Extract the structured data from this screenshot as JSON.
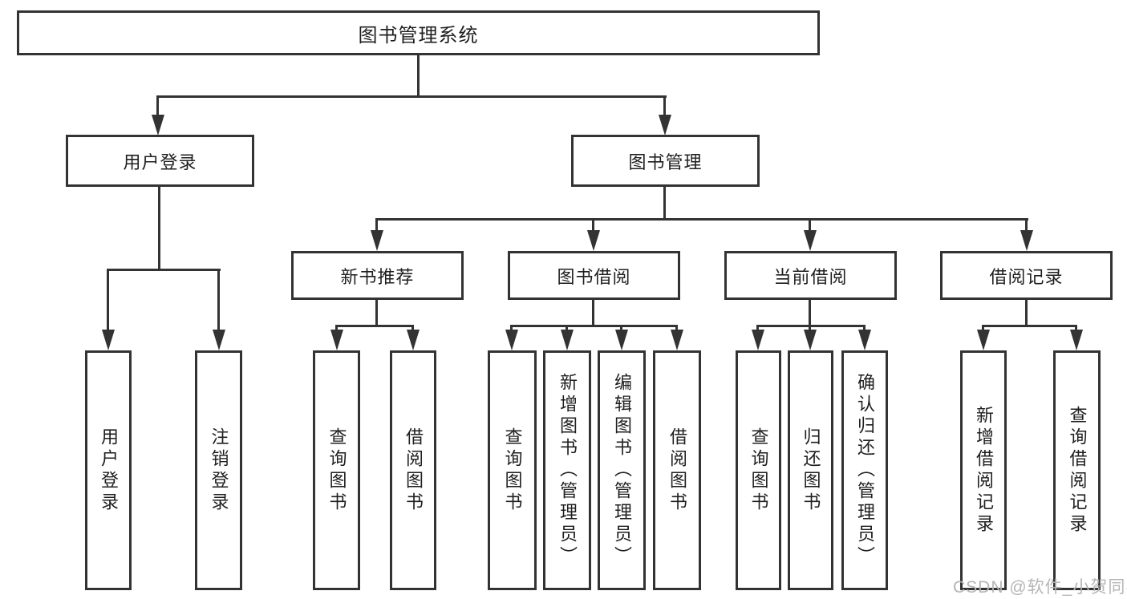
{
  "diagram": {
    "root": {
      "label": "图书管理系统"
    },
    "level2": [
      {
        "label": "用户登录"
      },
      {
        "label": "图书管理"
      }
    ],
    "level3": [
      {
        "label": "新书推荐"
      },
      {
        "label": "图书借阅"
      },
      {
        "label": "当前借阅"
      },
      {
        "label": "借阅记录"
      }
    ],
    "leaves": [
      {
        "label": "用户登录"
      },
      {
        "label": "注销登录"
      },
      {
        "label": "查询图书"
      },
      {
        "label": "借阅图书"
      },
      {
        "label": "查询图书"
      },
      {
        "label": "新增图书（管理员）"
      },
      {
        "label": "编辑图书（管理员）"
      },
      {
        "label": "借阅图书"
      },
      {
        "label": "查询图书"
      },
      {
        "label": "归还图书"
      },
      {
        "label": "确认归还（管理员）"
      },
      {
        "label": "新增借阅记录"
      },
      {
        "label": "查询借阅记录"
      }
    ]
  },
  "watermark": {
    "text": "CSDN @软件_小贺同学"
  },
  "colors": {
    "line": "#333333",
    "text": "#1f1f1f",
    "watermark": "#b5b5b5",
    "background": "#ffffff"
  }
}
